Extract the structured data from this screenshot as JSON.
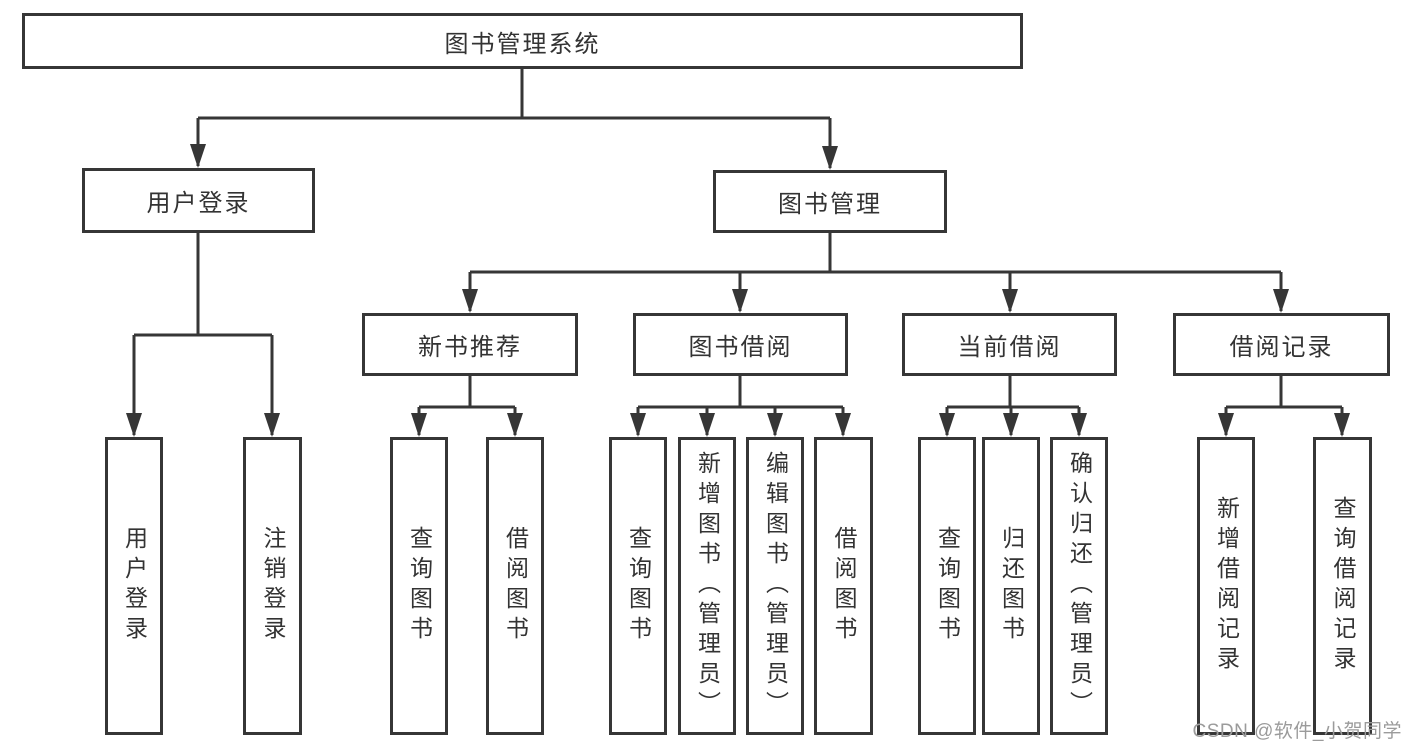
{
  "tree": {
    "root": {
      "label": "图书管理系统",
      "children": [
        {
          "label": "用户登录",
          "children": [
            {
              "label": "用户登录"
            },
            {
              "label": "注销登录"
            }
          ]
        },
        {
          "label": "图书管理",
          "children": [
            {
              "label": "新书推荐",
              "children": [
                {
                  "label": "查询图书"
                },
                {
                  "label": "借阅图书"
                }
              ]
            },
            {
              "label": "图书借阅",
              "children": [
                {
                  "label": "查询图书"
                },
                {
                  "label": "新增图书（管理员）"
                },
                {
                  "label": "编辑图书（管理员）"
                },
                {
                  "label": "借阅图书"
                }
              ]
            },
            {
              "label": "当前借阅",
              "children": [
                {
                  "label": "查询图书"
                },
                {
                  "label": "归还图书"
                },
                {
                  "label": "确认归还（管理员）"
                }
              ]
            },
            {
              "label": "借阅记录",
              "children": [
                {
                  "label": "新增借阅记录"
                },
                {
                  "label": "查询借阅记录"
                }
              ]
            }
          ]
        }
      ]
    }
  },
  "watermark": {
    "text": "CSDN @软件_小贺同学"
  },
  "colors": {
    "line": "#363636",
    "text": "#333333",
    "background": "#ffffff",
    "watermark": "#9b9b9b"
  }
}
